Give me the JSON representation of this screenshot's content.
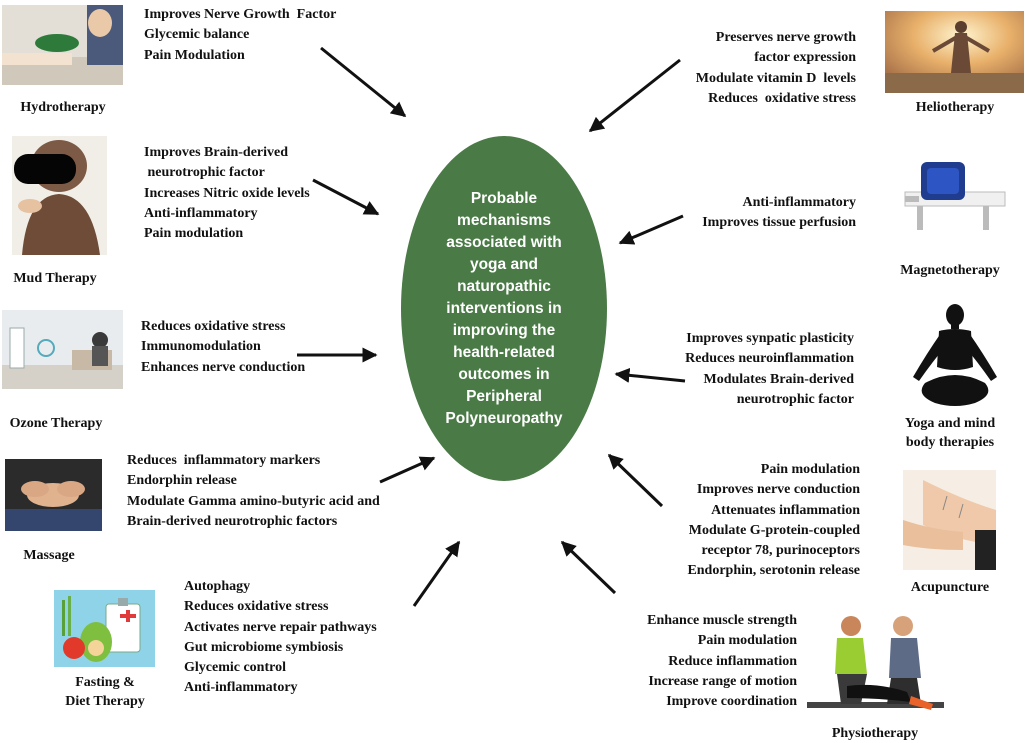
{
  "center": {
    "text": "Probable mechanisms associated with yoga and naturopathic interventions in improving the health-related outcomes in Peripheral Polyneuropathy",
    "color": "#4a7a46"
  },
  "therapies": {
    "hydrotherapy": {
      "name": "Hydrotherapy",
      "points": [
        "Improves Nerve Growth  Factor",
        "Glycemic balance",
        "Pain Modulation"
      ]
    },
    "mud": {
      "name": "Mud Therapy",
      "points": [
        "Improves Brain-derived",
        " neurotrophic factor",
        "Increases Nitric oxide levels",
        "Anti-inflammatory",
        "Pain modulation"
      ]
    },
    "ozone": {
      "name": "Ozone Therapy",
      "points": [
        "Reduces oxidative stress",
        "Immunomodulation",
        "Enhances nerve conduction"
      ]
    },
    "massage": {
      "name": "Massage",
      "points": [
        "Reduces  inflammatory markers",
        "Endorphin release",
        "Modulate Gamma amino-butyric acid and",
        "Brain-derived neurotrophic factors"
      ]
    },
    "fasting": {
      "name_line1": "Fasting &",
      "name_line2": "Diet Therapy",
      "points": [
        "Autophagy",
        "Reduces oxidative stress",
        "Activates nerve repair pathways",
        "Gut microbiome symbiosis",
        "Glycemic control",
        "Anti-inflammatory"
      ]
    },
    "helio": {
      "name": "Heliotherapy",
      "points": [
        "Preserves nerve growth",
        "factor expression",
        "Modulate vitamin D  levels",
        "Reduces  oxidative stress"
      ]
    },
    "magneto": {
      "name": "Magnetotherapy",
      "points": [
        "Anti-inflammatory",
        "Improves tissue perfusion"
      ]
    },
    "yoga": {
      "name_line1": "Yoga and mind",
      "name_line2": "body therapies",
      "points": [
        "Improves synpatic plasticity",
        "Reduces neuroinflammation",
        "Modulates Brain-derived",
        "neurotrophic factor"
      ]
    },
    "acupuncture": {
      "name": "Acupuncture",
      "points": [
        "Pain modulation",
        "Improves nerve conduction",
        "Attenuates inflammation",
        "Modulate G-protein-coupled",
        "receptor 78, purinoceptors",
        "Endorphin, serotonin release"
      ]
    },
    "physio": {
      "name": "Physiotherapy",
      "points": [
        "Enhance muscle strength",
        "Pain modulation",
        "Reduce inflammation",
        "Increase range of motion",
        "Improve coordination"
      ]
    }
  },
  "colors": {
    "arrow": "#111111",
    "ellipse": "#4a7a46",
    "text": "#111111"
  }
}
